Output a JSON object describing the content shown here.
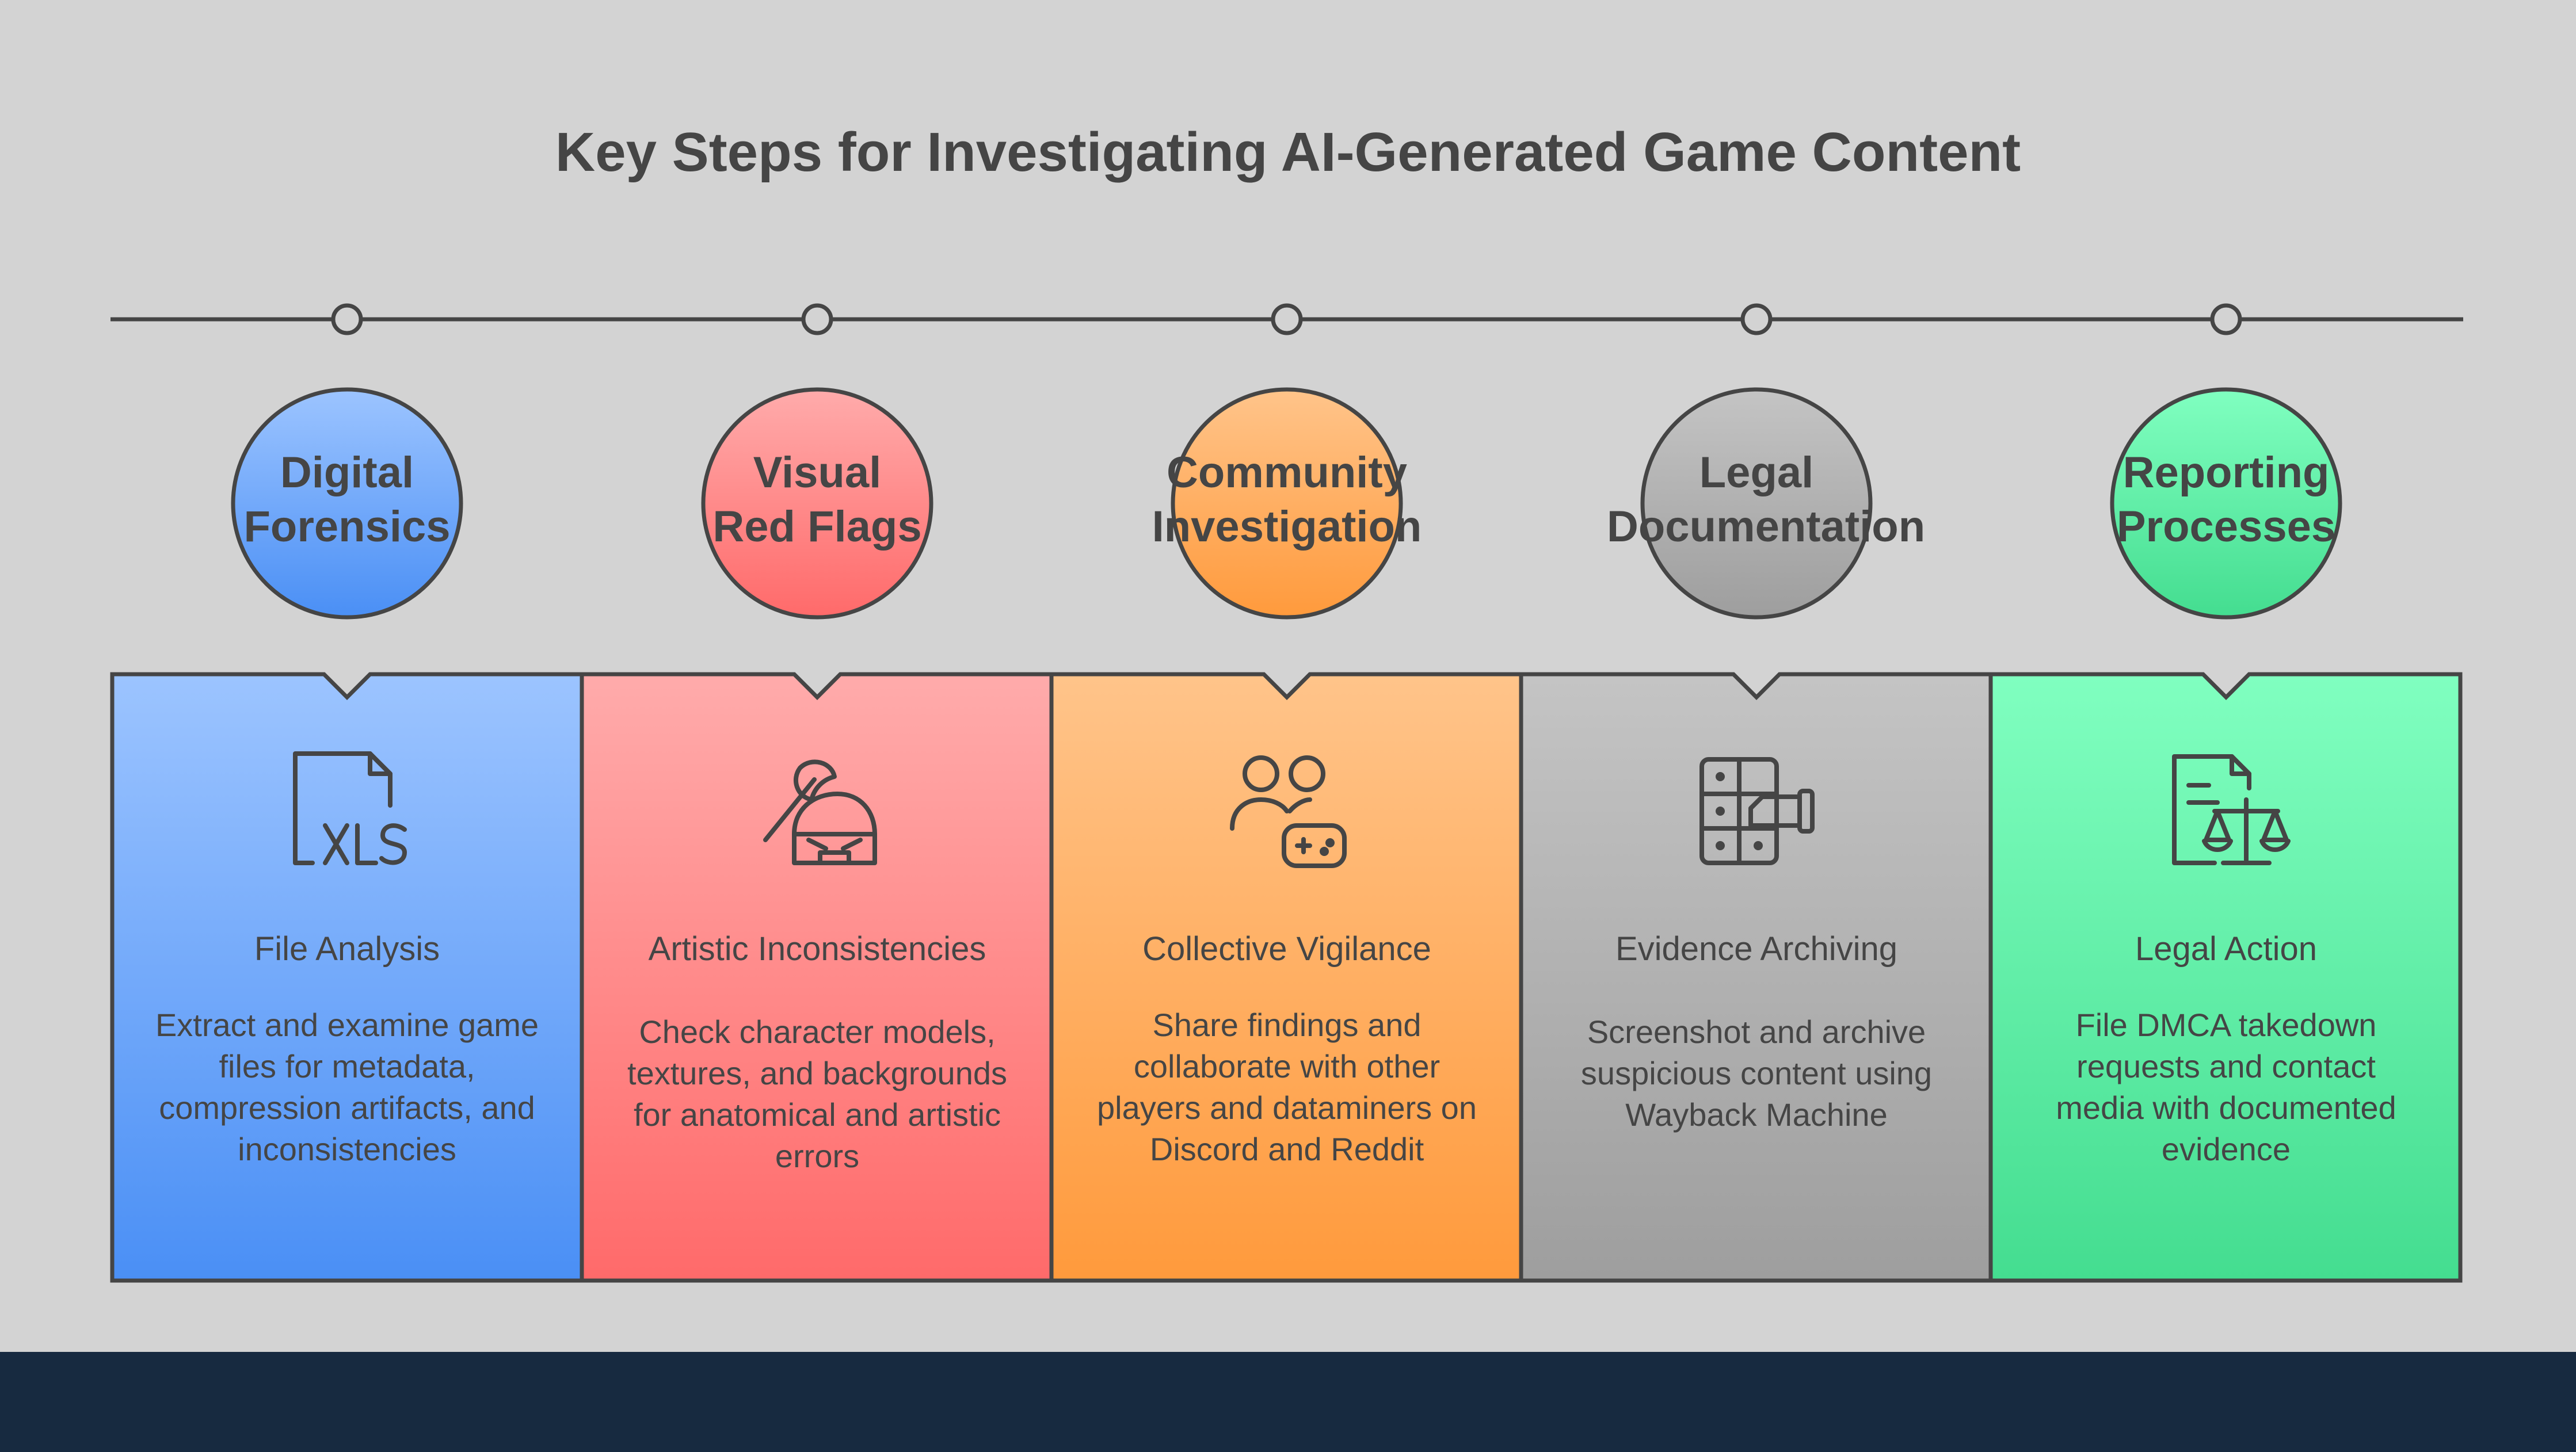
{
  "title": "Key Steps for Investigating AI-Generated Game Content",
  "colors": {
    "background": "#d3d3d3",
    "footer": "#172a40",
    "stroke": "#454545"
  },
  "steps": [
    {
      "circle_line1": "Digital",
      "circle_line2": "Forensics",
      "heading": "File Analysis",
      "description": "Extract and examine game files for metadata, compression artifacts, and inconsistencies",
      "icon": "xls-file-icon",
      "color_light": "#9cc4ff",
      "color_dark": "#4a8ff5"
    },
    {
      "circle_line1": "Visual",
      "circle_line2": "Red Flags",
      "heading": "Artistic Inconsistencies",
      "description": "Check character models, textures, and backgrounds for anatomical and artistic errors",
      "icon": "warrior-axe-icon",
      "color_light": "#ffabab",
      "color_dark": "#ff6a6a"
    },
    {
      "circle_line1": "Community",
      "circle_line2": "Investigation",
      "heading": "Collective Vigilance",
      "description": "Share findings and collaborate with other players and dataminers on Discord and Reddit",
      "icon": "gamers-group-icon",
      "color_light": "#ffc48a",
      "color_dark": "#ff9a3c"
    },
    {
      "circle_line1": "Legal",
      "circle_line2": "Documentation",
      "heading": "Evidence Archiving",
      "description": "Screenshot and archive suspicious content using Wayback Machine",
      "icon": "film-archive-icon",
      "color_light": "#c4c4c4",
      "color_dark": "#9e9e9e"
    },
    {
      "circle_line1": "Reporting",
      "circle_line2": "Processes",
      "heading": "Legal Action",
      "description": "File DMCA takedown requests and contact media with documented evidence",
      "icon": "legal-document-scales-icon",
      "color_light": "#80ffc0",
      "color_dark": "#44dd90"
    }
  ]
}
